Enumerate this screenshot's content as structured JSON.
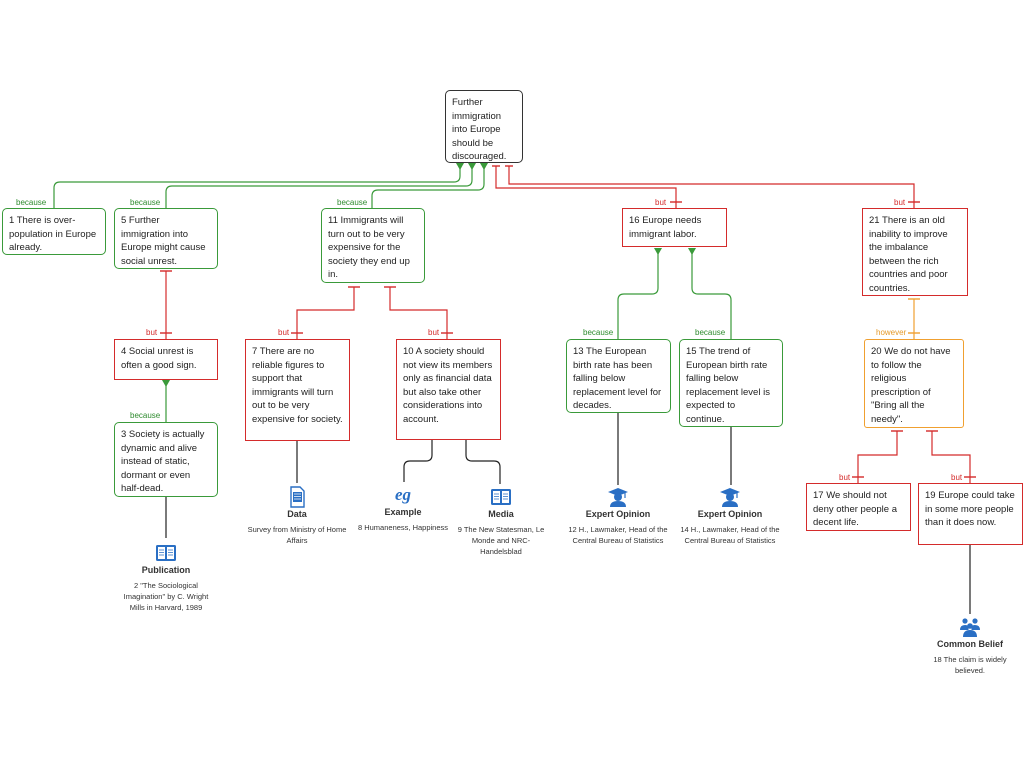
{
  "claims": {
    "root": "Further immigration into Europe should be discouraged.",
    "c1": "1 There is over-population in Europe already.",
    "c5": "5 Further immigration into Europe might cause social unrest.",
    "c11": "11 Immigrants will turn out to be very expensive for the society they end up in.",
    "c16": "16 Europe needs immigrant labor.",
    "c21": "21 There is an old inability to improve the imbalance between the rich countries and poor countries.",
    "c4": "4 Social unrest is often a good sign.",
    "c3": "3 Society is actually dynamic and alive instead of static, dormant or even half-dead.",
    "c7": "7 There are no reliable figures to support that immigrants will turn out to be very expensive for society.",
    "c10": "10 A society should not view its members only as financial data but also take other considerations into account.",
    "c13": "13 The European birth rate has been falling below replacement level for decades.",
    "c15": "15 The trend of European birth rate falling below replacement level is expected to continue.",
    "c20": "20 We do not have to follow the religious prescription of \"Bring all the needy\".",
    "c17": "17 We should not deny other people a decent life.",
    "c19": "19 Europe could take in some more people than it does now."
  },
  "labels": {
    "because": "because",
    "but": "but",
    "however": "however"
  },
  "sources": {
    "s2": {
      "type": "Publication",
      "text": "2 \"The Sociological Imagination\" by C. Wright Mills in Harvard, 1989",
      "icon": "book-icon"
    },
    "s6": {
      "type": "Data",
      "text": "Survey from Ministry of Home Affairs",
      "icon": "data-document-icon"
    },
    "s8": {
      "type": "Example",
      "text": "8 Humaneness, Happiness",
      "icon": "example-eg-icon"
    },
    "s9": {
      "type": "Media",
      "text": "9 The New Statesman, Le Monde and NRC-Handelsblad",
      "icon": "newspaper-icon"
    },
    "s12": {
      "type": "Expert Opinion",
      "text": "12 H., Lawmaker, Head of the Central Bureau of Statistics",
      "icon": "graduate-icon"
    },
    "s14": {
      "type": "Expert Opinion",
      "text": "14 H., Lawmaker, Head of the Central Bureau of Statistics",
      "icon": "graduate-icon"
    },
    "s18": {
      "type": "Common Belief",
      "text": "18 The claim is widely believed.",
      "icon": "group-icon"
    }
  },
  "colors": {
    "support": "#3a9a3a",
    "oppose": "#d42b2b",
    "rebuttal": "#f0a030",
    "root": "#333333",
    "icon": "#2a6fc4"
  }
}
